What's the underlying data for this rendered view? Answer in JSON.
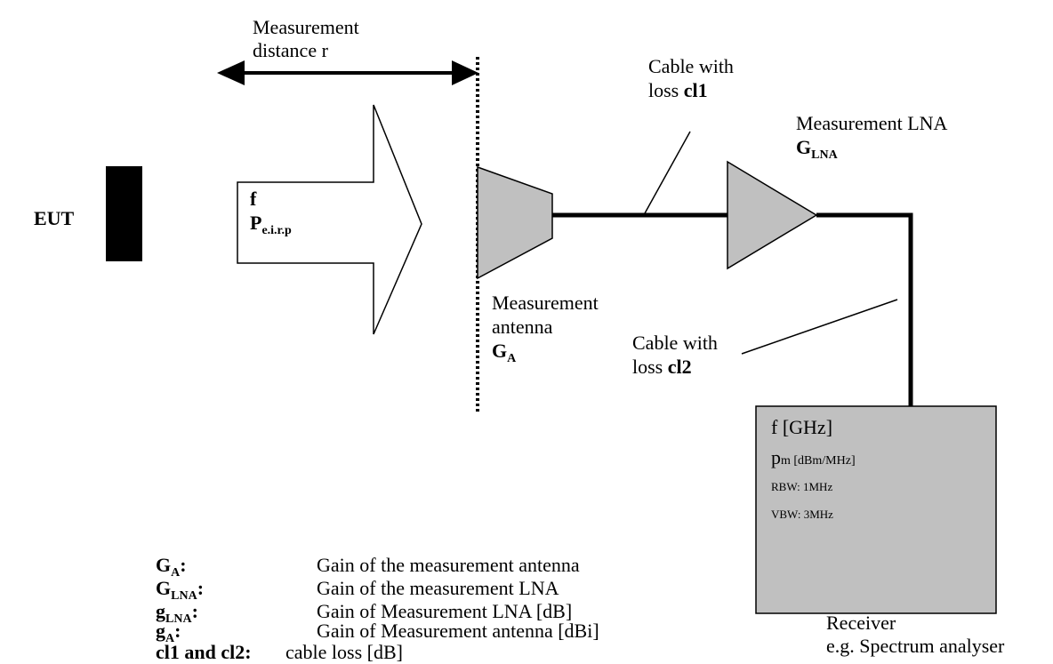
{
  "eut_label": "EUT",
  "distance": {
    "line1": "Measurement",
    "line2": "distance r"
  },
  "signal": {
    "f": "f",
    "p_main": "P",
    "p_sub": "e.i.r.p"
  },
  "antenna": {
    "line1": "Measurement",
    "line2": "antenna",
    "gain_main": "G",
    "gain_sub": "A"
  },
  "cable1": {
    "line1": "Cable with",
    "loss_prefix": "loss ",
    "loss_name": "cl1"
  },
  "lna": {
    "line1": "Measurement LNA",
    "gain_main": "G",
    "gain_sub": "LNA"
  },
  "cable2": {
    "line1": "Cable with",
    "loss_prefix": "loss ",
    "loss_name": "cl2"
  },
  "receiver_box": {
    "freq": "f [GHz]",
    "p_main": "p",
    "p_sub": "m [dBm/MHz]",
    "rbw": "RBW: 1MHz",
    "vbw": "VBW: 3MHz"
  },
  "receiver_caption": {
    "line1": "Receiver",
    "line2": "e.g. Spectrum analyser"
  },
  "legend": [
    {
      "key_main": "G",
      "key_sub": "A",
      "key_suffix": ":",
      "desc": "Gain of the measurement antenna"
    },
    {
      "key_main": "G",
      "key_sub": "LNA",
      "key_suffix": ":",
      "desc": "Gain of the measurement LNA"
    },
    {
      "key_main": "g",
      "key_sub": "LNA",
      "key_suffix": ":",
      "desc": "Gain of Measurement LNA [dB]"
    },
    {
      "key_main": "g",
      "key_sub": "A",
      "key_suffix": ":",
      "desc": "Gain of Measurement antenna [dBi]"
    },
    {
      "key_main": "cl1 and cl2:",
      "key_sub": "",
      "key_suffix": "",
      "desc": "cable loss [dB]"
    }
  ]
}
